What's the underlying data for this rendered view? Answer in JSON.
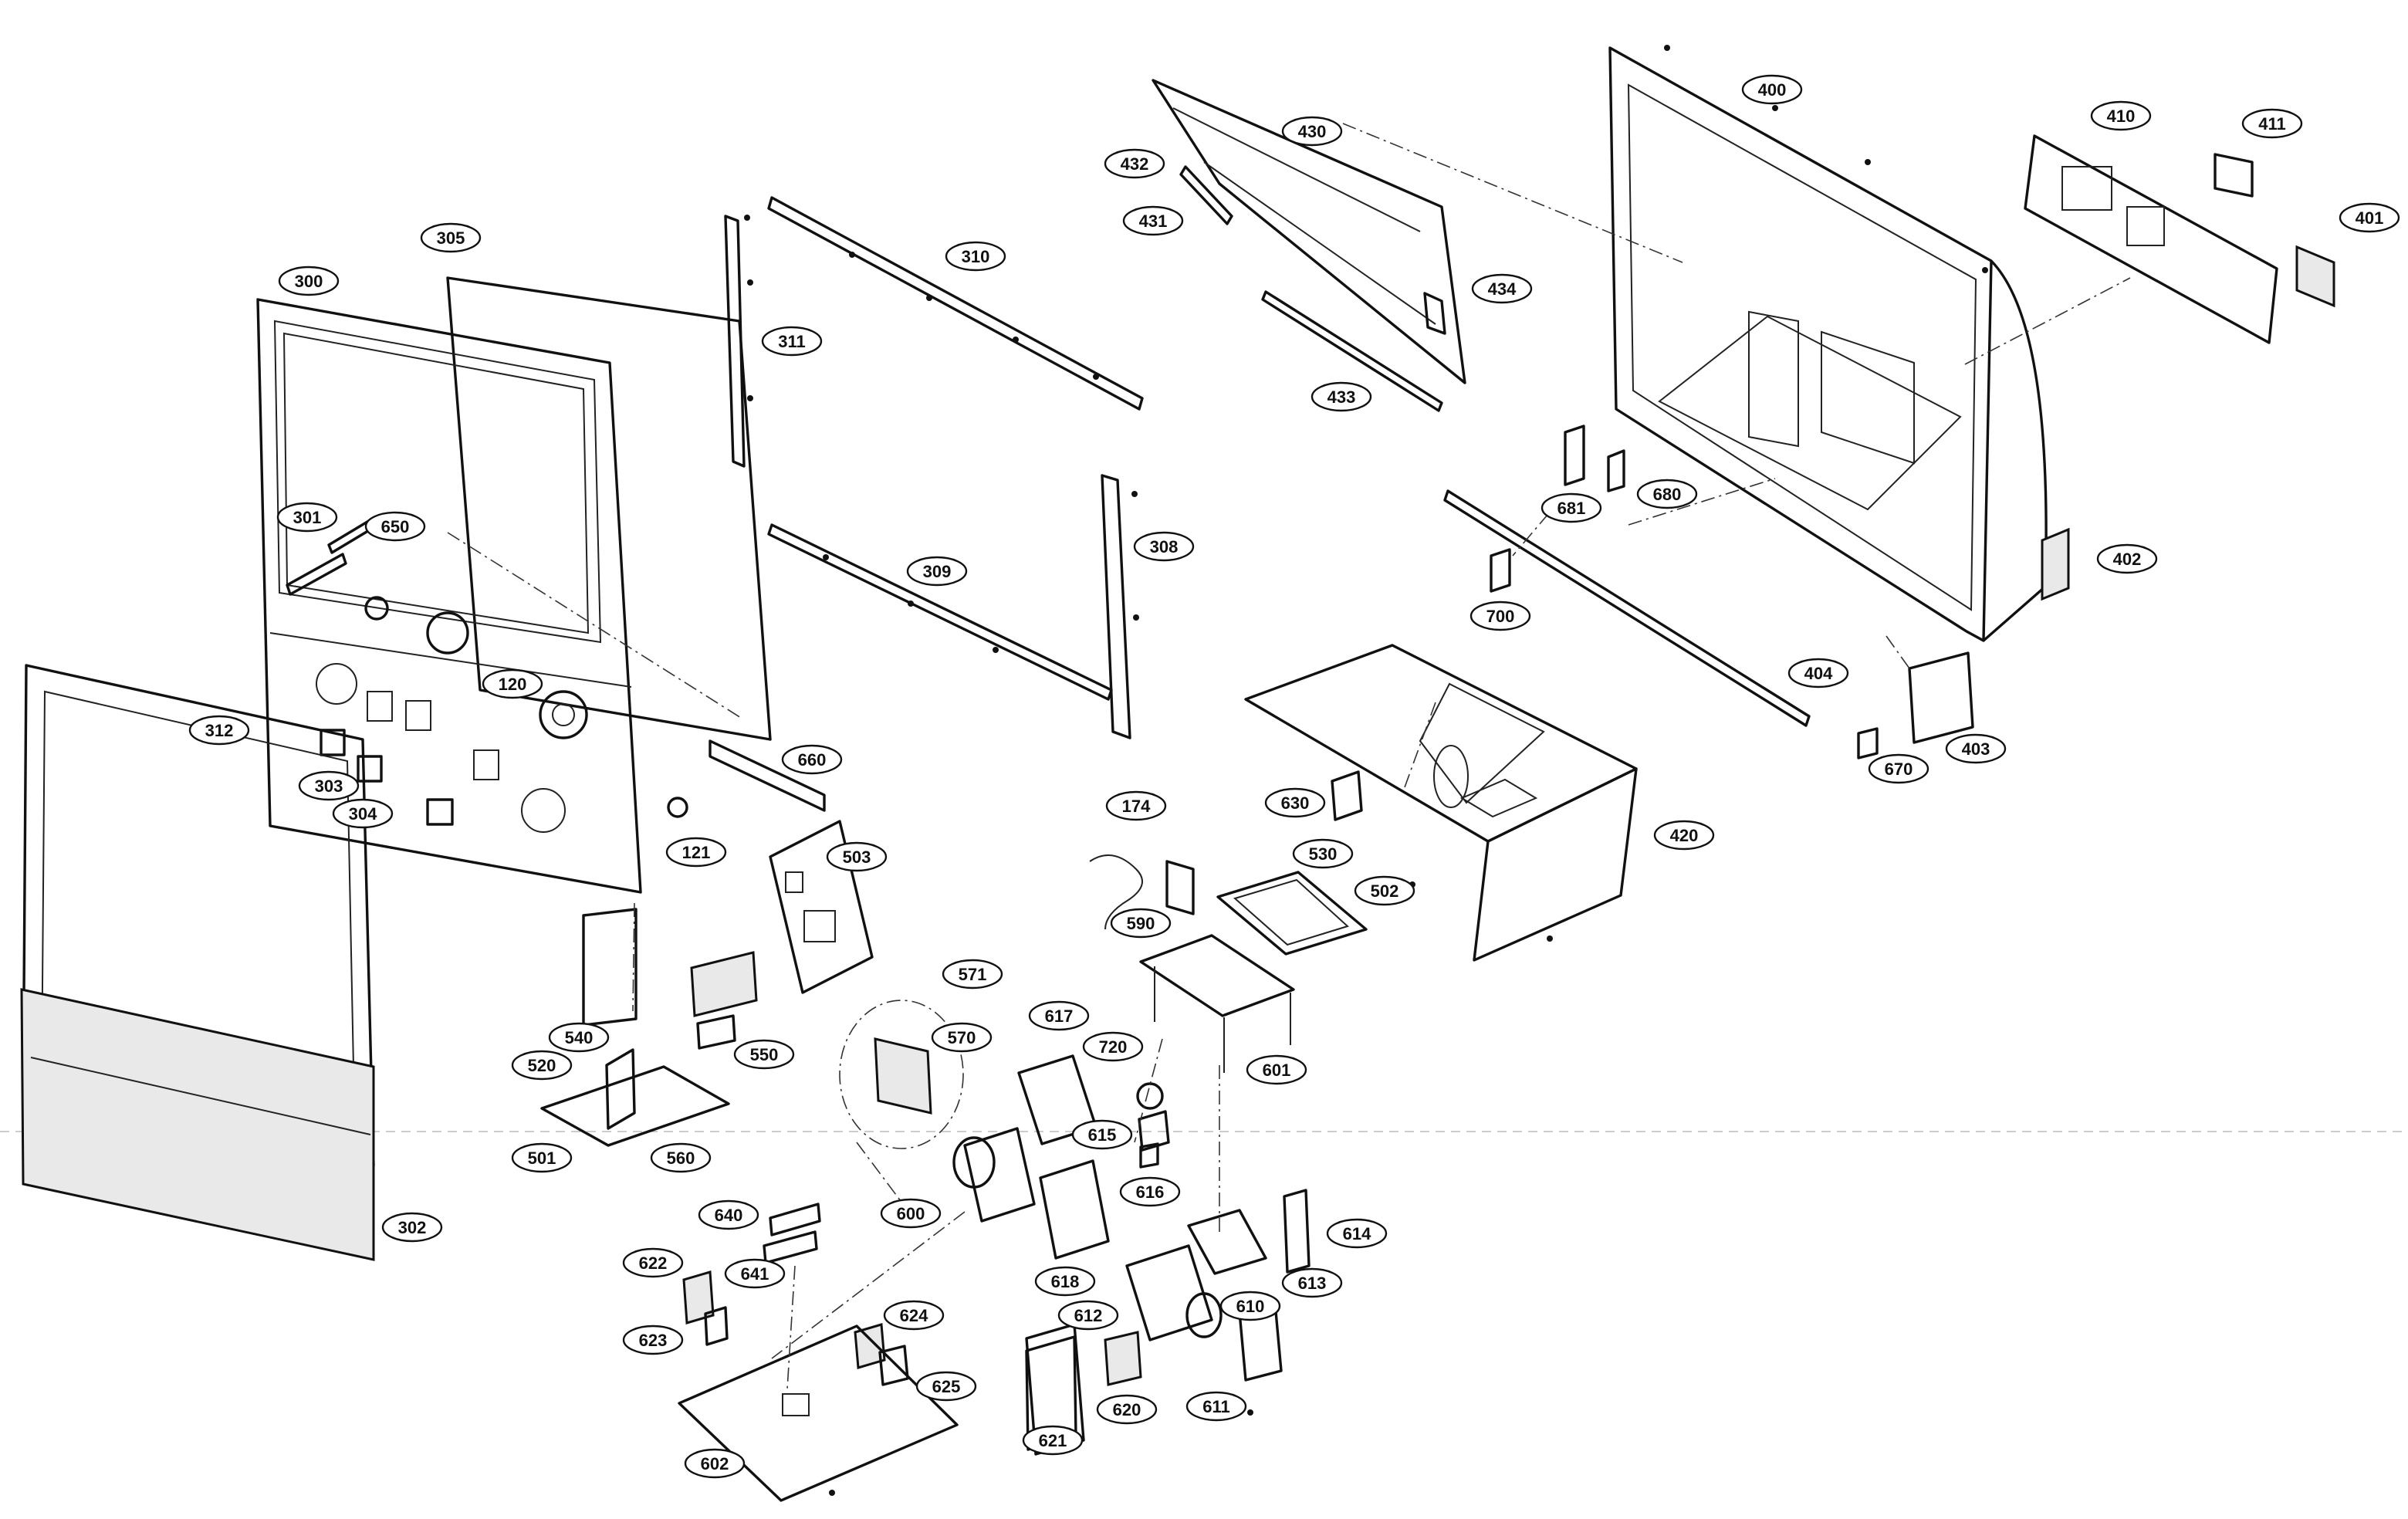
{
  "callouts": [
    {
      "id": "c120",
      "label": "120"
    },
    {
      "id": "c121",
      "label": "121"
    },
    {
      "id": "c174",
      "label": "174"
    },
    {
      "id": "c300",
      "label": "300"
    },
    {
      "id": "c301",
      "label": "301"
    },
    {
      "id": "c302",
      "label": "302"
    },
    {
      "id": "c303",
      "label": "303"
    },
    {
      "id": "c304",
      "label": "304"
    },
    {
      "id": "c305",
      "label": "305"
    },
    {
      "id": "c308",
      "label": "308"
    },
    {
      "id": "c309",
      "label": "309"
    },
    {
      "id": "c310",
      "label": "310"
    },
    {
      "id": "c311",
      "label": "311"
    },
    {
      "id": "c312",
      "label": "312"
    },
    {
      "id": "c400",
      "label": "400"
    },
    {
      "id": "c401",
      "label": "401"
    },
    {
      "id": "c402",
      "label": "402"
    },
    {
      "id": "c403",
      "label": "403"
    },
    {
      "id": "c404",
      "label": "404"
    },
    {
      "id": "c410",
      "label": "410"
    },
    {
      "id": "c411",
      "label": "411"
    },
    {
      "id": "c420",
      "label": "420"
    },
    {
      "id": "c430",
      "label": "430"
    },
    {
      "id": "c431",
      "label": "431"
    },
    {
      "id": "c432",
      "label": "432"
    },
    {
      "id": "c433",
      "label": "433"
    },
    {
      "id": "c434",
      "label": "434"
    },
    {
      "id": "c501",
      "label": "501"
    },
    {
      "id": "c502",
      "label": "502"
    },
    {
      "id": "c503",
      "label": "503"
    },
    {
      "id": "c520",
      "label": "520"
    },
    {
      "id": "c530",
      "label": "530"
    },
    {
      "id": "c540",
      "label": "540"
    },
    {
      "id": "c550",
      "label": "550"
    },
    {
      "id": "c560",
      "label": "560"
    },
    {
      "id": "c570",
      "label": "570"
    },
    {
      "id": "c571",
      "label": "571"
    },
    {
      "id": "c590",
      "label": "590"
    },
    {
      "id": "c600",
      "label": "600"
    },
    {
      "id": "c601",
      "label": "601"
    },
    {
      "id": "c602",
      "label": "602"
    },
    {
      "id": "c610",
      "label": "610"
    },
    {
      "id": "c611",
      "label": "611"
    },
    {
      "id": "c612",
      "label": "612"
    },
    {
      "id": "c613",
      "label": "613"
    },
    {
      "id": "c614",
      "label": "614"
    },
    {
      "id": "c615",
      "label": "615"
    },
    {
      "id": "c616",
      "label": "616"
    },
    {
      "id": "c617",
      "label": "617"
    },
    {
      "id": "c618",
      "label": "618"
    },
    {
      "id": "c620",
      "label": "620"
    },
    {
      "id": "c621",
      "label": "621"
    },
    {
      "id": "c622",
      "label": "622"
    },
    {
      "id": "c623",
      "label": "623"
    },
    {
      "id": "c624",
      "label": "624"
    },
    {
      "id": "c625",
      "label": "625"
    },
    {
      "id": "c630",
      "label": "630"
    },
    {
      "id": "c640",
      "label": "640"
    },
    {
      "id": "c641",
      "label": "641"
    },
    {
      "id": "c650",
      "label": "650"
    },
    {
      "id": "c660",
      "label": "660"
    },
    {
      "id": "c670",
      "label": "670"
    },
    {
      "id": "c680",
      "label": "680"
    },
    {
      "id": "c681",
      "label": "681"
    },
    {
      "id": "c700",
      "label": "700"
    },
    {
      "id": "c720",
      "label": "720"
    }
  ]
}
